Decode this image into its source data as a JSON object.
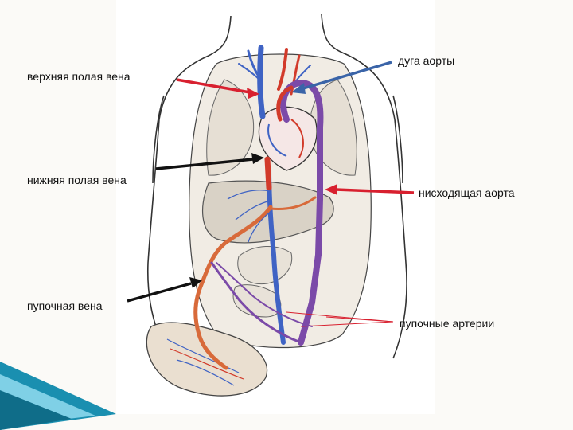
{
  "labels": {
    "superior_vena_cava": "верхняя полая вена",
    "inferior_vena_cava": "нижняя полая вена",
    "umbilical_vein": "пупочная вена",
    "aortic_arch": "дуга аорты",
    "descending_aorta": "нисходящая аорта",
    "umbilical_arteries": "пупочные артерии"
  },
  "colors": {
    "arrow_red": "#d8202f",
    "arrow_blue": "#3a64a8",
    "arrow_black": "#111111",
    "vein_blue": "#3f63c4",
    "artery_red": "#d23a2a",
    "aorta_purple": "#7b4aa8",
    "accent_teal": "#1a8fb0"
  }
}
